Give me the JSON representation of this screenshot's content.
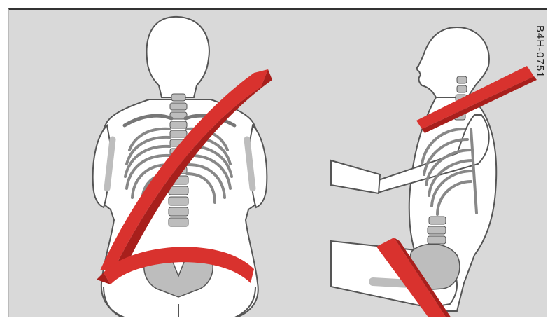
{
  "figure": {
    "code": "B4H-0751",
    "colors": {
      "background": "#d9d9d9",
      "body_fill": "#ffffff",
      "outline": "#555555",
      "bone": "#bdbdbd",
      "belt": "#d9322e",
      "belt_shadow": "#a81f1c"
    },
    "views": [
      "front",
      "side"
    ]
  }
}
